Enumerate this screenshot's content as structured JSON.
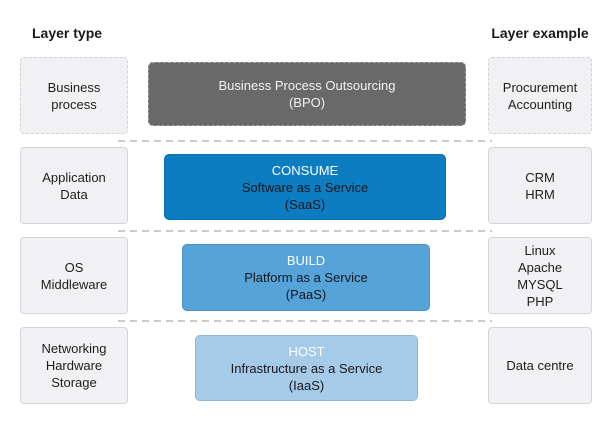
{
  "headings": {
    "layer_type": "Layer type",
    "layer_example": "Layer example"
  },
  "colors": {
    "bpo_bg": "#696969",
    "bpo_text": "#f2f2f2",
    "saas_bg": "#0d7dc2",
    "paas_bg": "#55a3d9",
    "iaas_bg": "#a6cbe9",
    "action_text": "#ffffff",
    "dark_text": "#17171c",
    "plain_box_bg": "#f1f1f4",
    "plain_box_border": "#d4d4da",
    "separator": "#cbcbcd"
  },
  "rows": [
    {
      "type_lines": [
        "Business",
        "process"
      ],
      "middle": {
        "action": "",
        "lines": [
          "Business Process Outsourcing",
          "(BPO)"
        ],
        "bg": "#696969"
      },
      "example_lines": [
        "Procurement",
        "Accounting"
      ]
    },
    {
      "type_lines": [
        "Application",
        "Data"
      ],
      "middle": {
        "action": "CONSUME",
        "lines": [
          "Software as a Service",
          "(SaaS)"
        ],
        "bg": "#0d7dc2"
      },
      "example_lines": [
        "CRM",
        "HRM"
      ]
    },
    {
      "type_lines": [
        "OS",
        "Middleware"
      ],
      "middle": {
        "action": "BUILD",
        "lines": [
          "Platform as a Service",
          "(PaaS)"
        ],
        "bg": "#55a3d9"
      },
      "example_lines": [
        "Linux",
        "Apache",
        "MYSQL",
        "PHP"
      ]
    },
    {
      "type_lines": [
        "Networking",
        "Hardware",
        "Storage"
      ],
      "middle": {
        "action": "HOST",
        "lines": [
          "Infrastructure as a Service",
          "(IaaS)"
        ],
        "bg": "#a6cbe9"
      },
      "example_lines": [
        "Data centre"
      ]
    }
  ]
}
